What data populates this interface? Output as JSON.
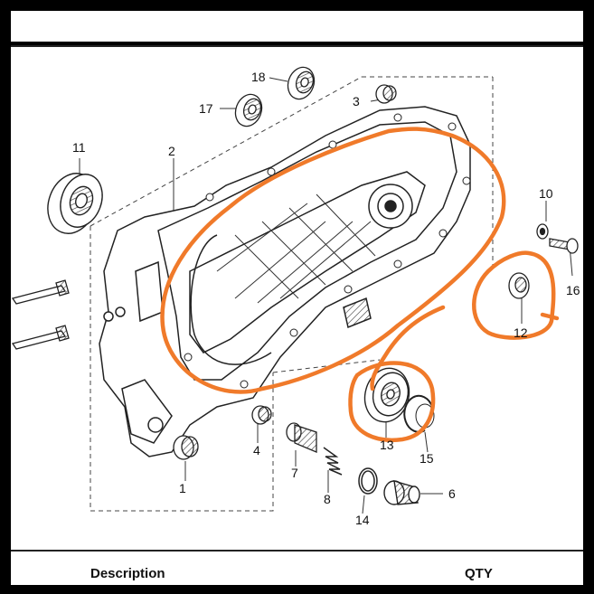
{
  "footer": {
    "description_label": "Description",
    "qty_label": "QTY"
  },
  "callouts": {
    "c1": "1",
    "c2": "2",
    "c3": "3",
    "c4": "4",
    "c6": "6",
    "c7": "7",
    "c8": "8",
    "c10": "10",
    "c11": "11",
    "c12": "12",
    "c13": "13",
    "c14": "14",
    "c15": "15",
    "c16": "16",
    "c17": "17",
    "c18": "18"
  },
  "colors": {
    "highlight": "#f07a2a",
    "line": "#222222",
    "background": "#ffffff",
    "frame": "#000000"
  }
}
